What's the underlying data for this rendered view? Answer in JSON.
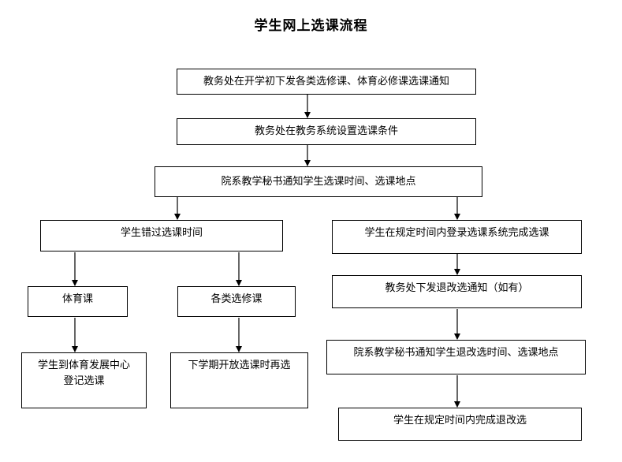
{
  "title": "学生网上选课流程",
  "steps": {
    "s1": "教务处在开学初下发各类选修课、体育必修课选课通知",
    "s2": "教务处在教务系统设置选课条件",
    "s3": "院系教学秘书通知学生选课时间、选课地点",
    "left_branch": "学生错过选课时间",
    "pe": "体育课",
    "electives": "各类选修课",
    "pe_result": "学生到体育发展中心\n登记选课",
    "electives_result": "下学期开放选课时再选",
    "right_branch": "学生在规定时间内登录选课系统完成选课",
    "r2": "教务处下发退改选通知（如有）",
    "r3": "院系教学秘书通知学生退改选时间、选课地点",
    "r4": "学生在规定时间内完成退改选"
  }
}
